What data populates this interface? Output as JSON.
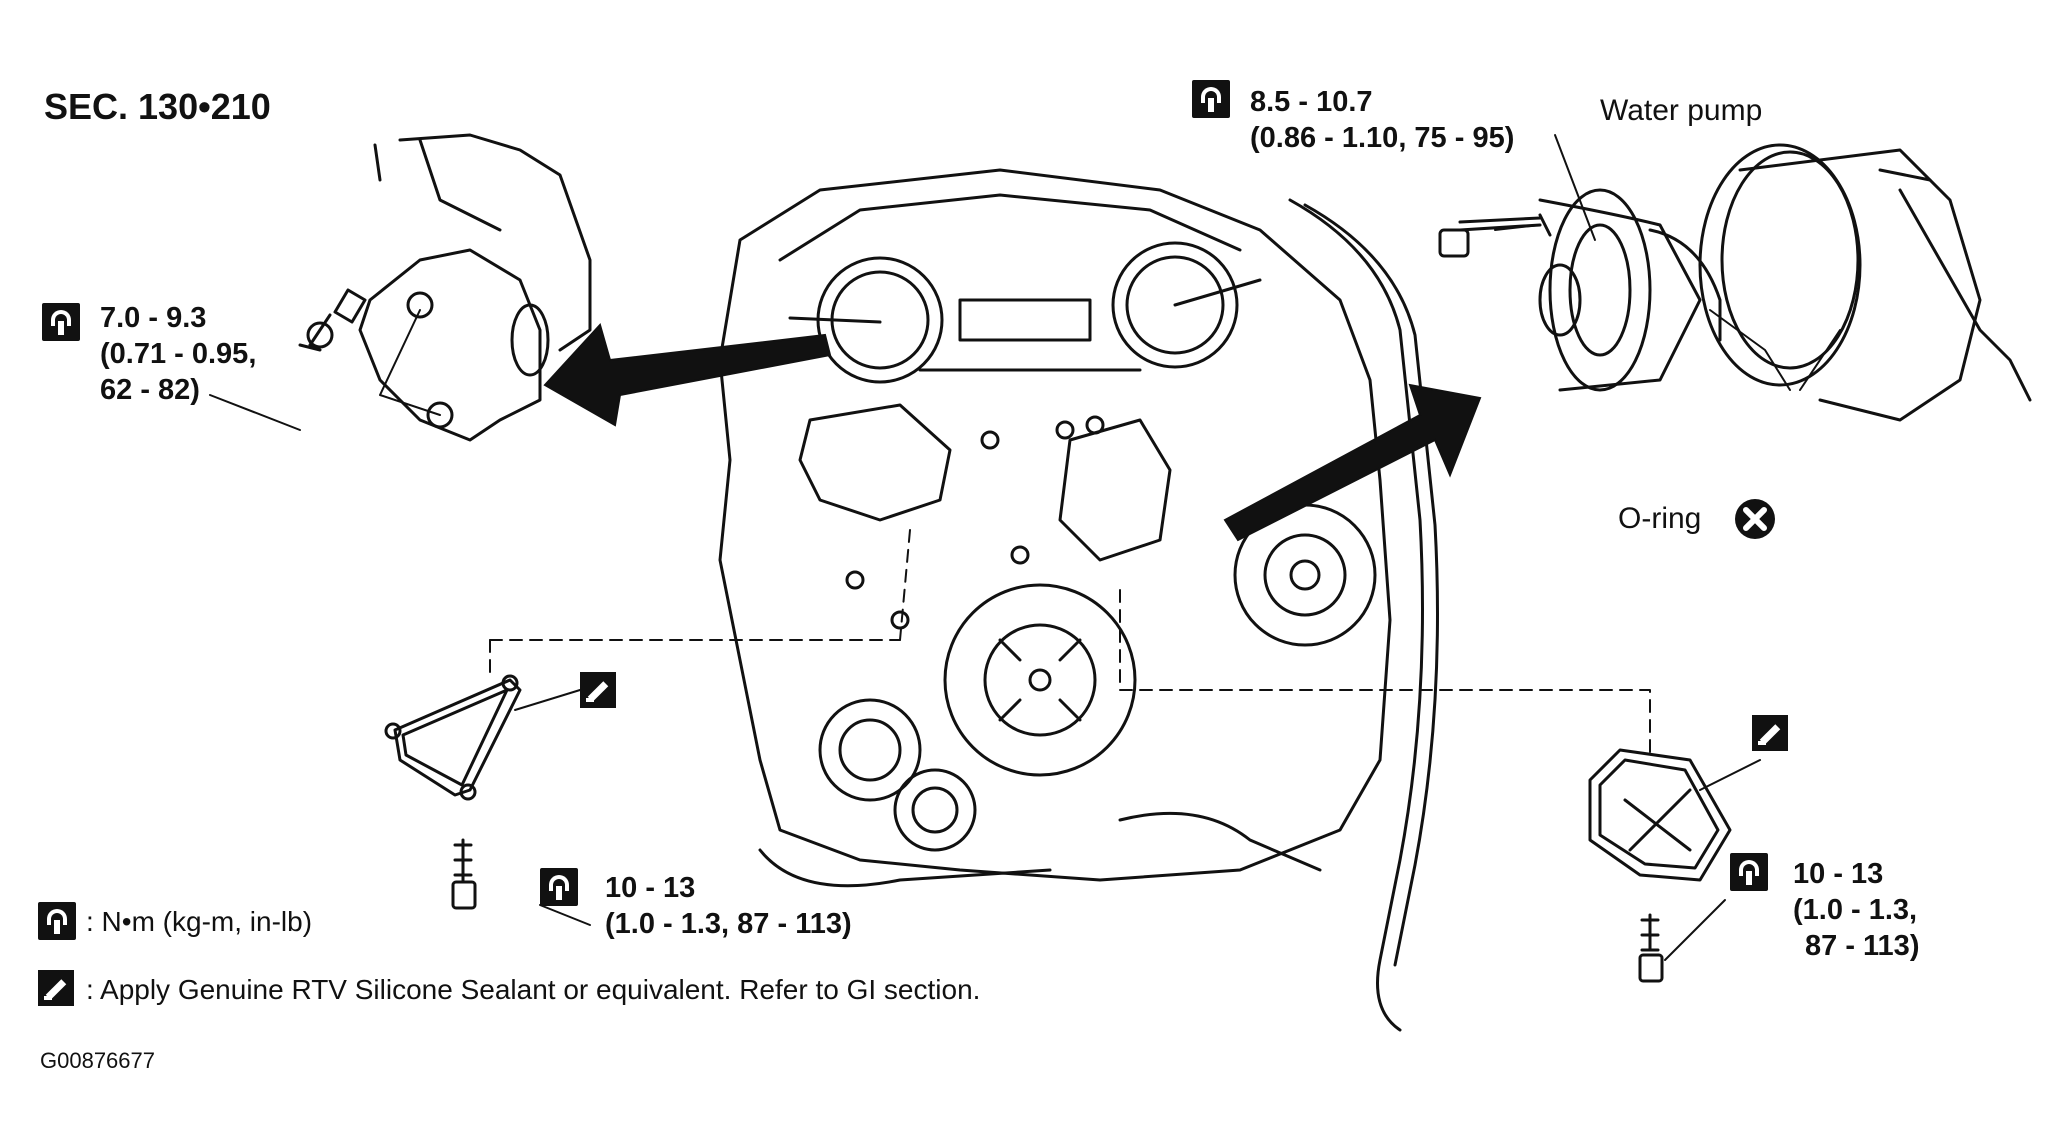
{
  "section": "SEC. 130•210",
  "torques": {
    "left_top": {
      "line1": "7.0 - 9.3",
      "line2": "(0.71 - 0.95,",
      "line3": "62 - 82)"
    },
    "top_center": {
      "line1": "8.5 - 10.7",
      "line2": "(0.86 - 1.10, 75 - 95)"
    },
    "bottom_left": {
      "line1": "10 - 13",
      "line2": "(1.0 - 1.3, 87 - 113)"
    },
    "bottom_right": {
      "line1": "10 - 13",
      "line2": "(1.0 - 1.3,",
      "line3": "87 - 113)"
    }
  },
  "parts": {
    "water_pump": "Water pump",
    "o_ring": "O-ring"
  },
  "legend": {
    "torque_units": ": N•m (kg-m, in-lb)",
    "sealant": ": Apply Genuine RTV Silicone Sealant or equivalent. Refer to GI section."
  },
  "figure_code": "G00876677",
  "icons": {
    "torque": "torque-wrench-icon",
    "sealant": "sealant-tube-icon",
    "do_not_reuse": "x-circle-icon"
  },
  "colors": {
    "ink": "#111111",
    "background": "#ffffff"
  }
}
